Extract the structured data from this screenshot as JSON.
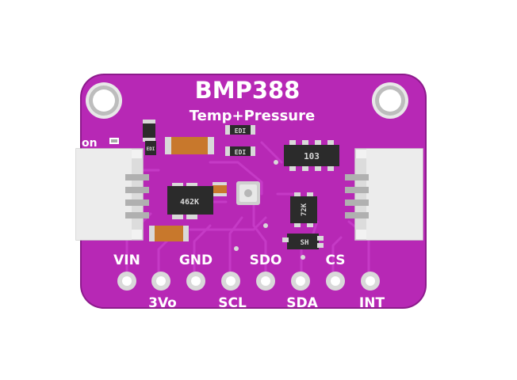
{
  "board": {
    "title": "BMP388",
    "subtitle": "Temp+Pressure",
    "led_label": "on"
  },
  "pins": {
    "top": [
      "VIN",
      "GND",
      "SDO",
      "CS"
    ],
    "bottom": [
      "3Vo",
      "SCL",
      "SDA",
      "INT"
    ]
  },
  "components": {
    "regulator_marking": "462K",
    "resistor_array_marking": "103",
    "mosfet_marking": "72K",
    "small_fet_marking": "SH",
    "small_marking_1": "EDI",
    "small_marking_2": "EDI",
    "small_marking_3": "EDI"
  },
  "colors": {
    "pcb": "#b728b5",
    "pcb_dark": "#8d1b8c",
    "trace": "#c53ac6",
    "silkscreen": "#ffffff",
    "pad": "#d9d9d9",
    "chip": "#2b2b2b",
    "capacitor": "#c8782c",
    "connector": "#eeeeee"
  }
}
